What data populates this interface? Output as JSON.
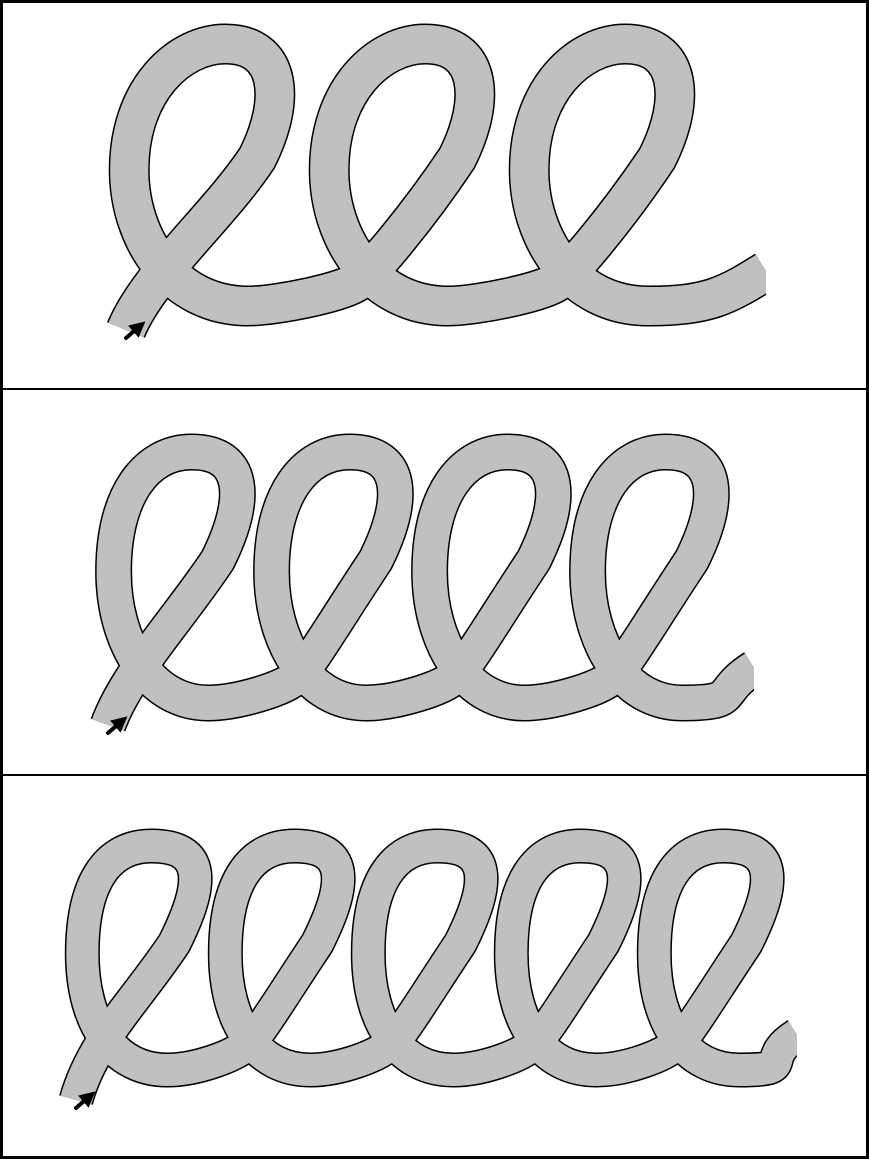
{
  "figure": {
    "panels": [
      {
        "id": "three-loops",
        "loop_count": 3
      },
      {
        "id": "four-loops",
        "loop_count": 4
      },
      {
        "id": "five-loops",
        "loop_count": 5
      }
    ],
    "strand_fill_color": "#c0c0c0",
    "outline_color": "#000000",
    "arrow_color": "#000000",
    "background_color": "#ffffff",
    "arrow_icon": "arrow-icon"
  }
}
